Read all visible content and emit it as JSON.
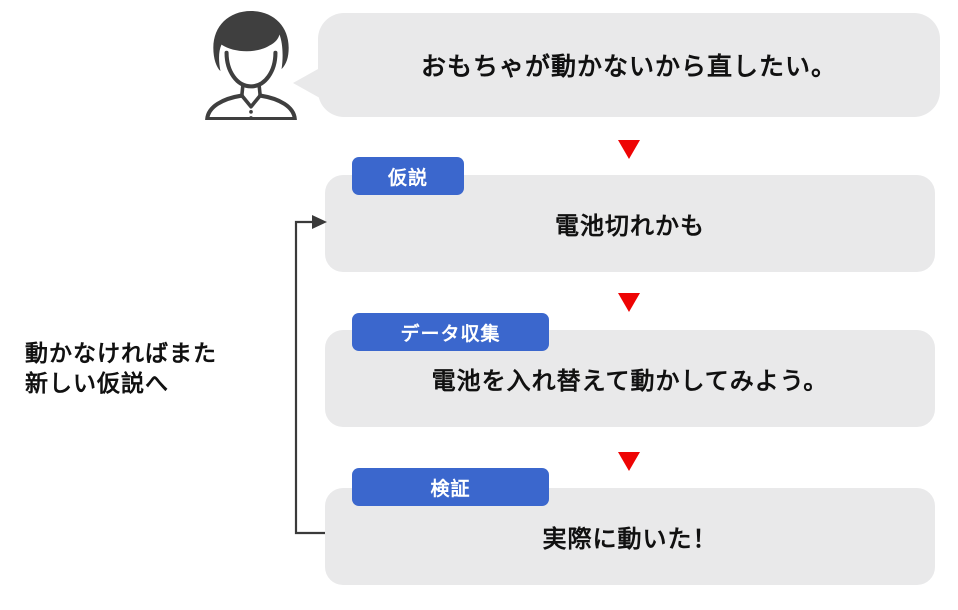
{
  "figure": {
    "bubble_text": "おもちゃが動かないから直したい。",
    "steps": [
      {
        "label": "仮説",
        "text": "電池切れかも"
      },
      {
        "label": "データ収集",
        "text": "電池を入れ替えて動かしてみよう。"
      },
      {
        "label": "検証",
        "text": "実際に動いた！"
      }
    ],
    "note_line1": "動かなければまた",
    "note_line2": "新しい仮説へ",
    "icons": {
      "person": "boy-avatar-icon",
      "down_arrow": "red-down-triangle-icon",
      "loop": "loop-back-arrow-icon"
    }
  },
  "colors": {
    "label_blue": "#3b67cd",
    "box_gray": "#e9e9ea",
    "arrow_red": "#ee0404",
    "line_dark": "#3a3a3a",
    "icon_dark": "#3f3f3f"
  }
}
